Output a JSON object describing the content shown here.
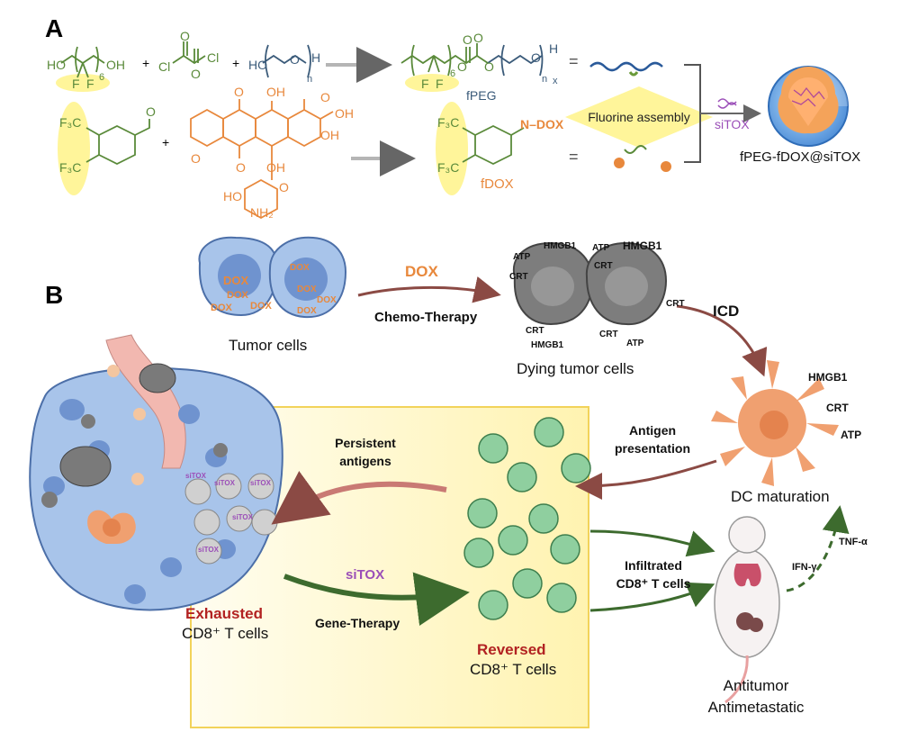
{
  "colors": {
    "green": "#5a8a3a",
    "orange": "#e8883c",
    "blue": "#3b5b7a",
    "purple": "#9b4fb8",
    "dark_red": "#b22222",
    "arrow_brown": "#8b4a44",
    "arrow_green": "#3d6b2e",
    "yellow": "#fff59a",
    "cell_blue": "#9fbbe6",
    "t_cell_green": "#8fcf9f",
    "dc_orange": "#f0a070",
    "dying_gray": "#7a7a7a"
  },
  "panel_a": {
    "label": "A",
    "diol_ho": "HO",
    "diol_oh": "OH",
    "diol_n": "6",
    "f1": "F",
    "f2": "F",
    "plus1": "+",
    "oxalyl_cl1": "Cl",
    "oxalyl_cl2": "Cl",
    "oxalyl_o1": "O",
    "oxalyl_o2": "O",
    "plus2": "+",
    "peg_ho": "HO",
    "peg_h": "H",
    "peg_n": "n",
    "peg_o": "O",
    "fpeg_6": "6",
    "fpeg_o1": "O",
    "fpeg_o2": "O",
    "fpeg_o3": "O",
    "fpeg_o4": "O",
    "fpeg_o5": "O",
    "fpeg_f1": "F",
    "fpeg_f2": "F",
    "fpeg_h": "H",
    "fpeg_x": "x",
    "fpeg_n": "n",
    "fpeg_name": "fPEG",
    "equals1": "=",
    "equals2": "=",
    "f3c_top": "F₃C",
    "f3c_bottom": "F₃C",
    "aldehyde_o": "O",
    "plus3": "+",
    "dox_o1": "O",
    "dox_oh1": "OH",
    "dox_o2": "O",
    "dox_oh2": "OH",
    "dox_oh3": "OH",
    "dox_o3": "O",
    "dox_oh4": "OH",
    "dox_o4": "O",
    "dox_o5": "O",
    "dox_ho": "HO",
    "dox_nh2": "NH₂",
    "fdox_f3c_top": "F₃C",
    "fdox_f3c_bottom": "F₃C",
    "fdox_n_dox": "N–DOX",
    "fdox_name": "fDOX",
    "fluorine_assembly": "Fluorine assembly",
    "sitox": "siTOX",
    "nanoparticle_name": "fPEG-fDOX@siTOX"
  },
  "panel_b": {
    "label": "B",
    "tumor_cells": "Tumor cells",
    "dox_labels": [
      "DOX",
      "DOX",
      "DOX",
      "DOX",
      "DOX",
      "DOX",
      "DOX",
      "DOX"
    ],
    "dox_arrow": "DOX",
    "chemo": "Chemo-Therapy",
    "dying_tumor_cells": "Dying tumor cells",
    "dying_marks": [
      "ATP",
      "HMGB1",
      "ATP",
      "HMGB1",
      "CRT",
      "CRT",
      "CRT",
      "CRT",
      "CRT",
      "HMGB1",
      "ATP"
    ],
    "icd": "ICD",
    "dc_marks": [
      "HMGB1",
      "CRT",
      "ATP"
    ],
    "antigen_presentation_1": "Antigen",
    "antigen_presentation_2": "presentation",
    "dc_maturation": "DC maturation",
    "persistent_1": "Persistent",
    "persistent_2": "antigens",
    "sitox_labels": [
      "siTOX",
      "siTOX",
      "siTOX",
      "siTOX",
      "siTOX"
    ],
    "sitox_arrow": "siTOX",
    "gene_therapy": "Gene-Therapy",
    "exhausted": "Exhausted",
    "exhausted_sub": "CD8⁺ T cells",
    "reversed": "Reversed",
    "reversed_sub": "CD8⁺ T cells",
    "infiltrated_1": "Infiltrated",
    "infiltrated_2": "CD8⁺ T cells",
    "ifn": "IFN-γ",
    "tnf": "TNF-α",
    "antitumor": "Antitumor",
    "antimetastatic": "Antimetastatic"
  }
}
